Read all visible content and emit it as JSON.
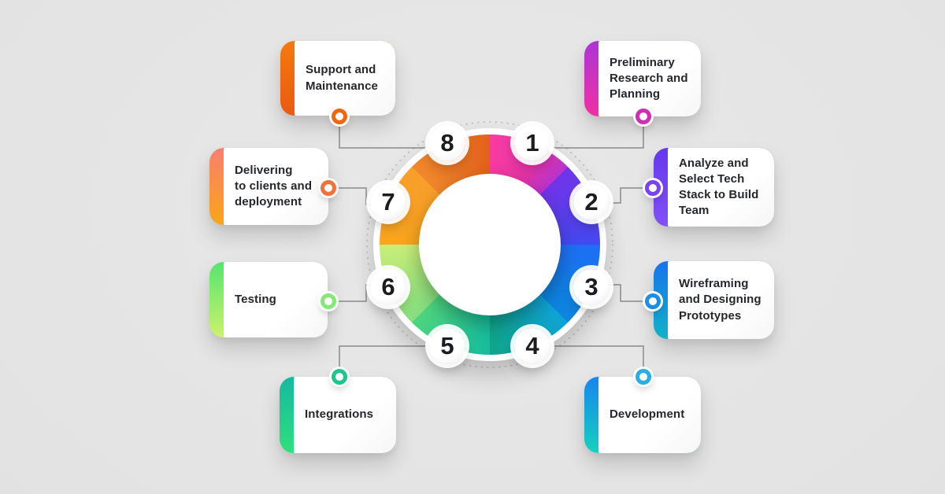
{
  "canvas": {
    "bg": "#e2e2e2",
    "text_color": "#24272b"
  },
  "wheel": {
    "connector_color": "#8a8a8a",
    "dotted_color": "#bfbfbf",
    "number_color": "#1a1c20",
    "conic_stops": [
      [
        "#f93ba1",
        0
      ],
      [
        "#e433a6",
        28
      ],
      [
        "#b733cc",
        45
      ],
      [
        "#7134e8",
        45
      ],
      [
        "#4548f0",
        90
      ],
      [
        "#1e6ef4",
        90
      ],
      [
        "#0c86de",
        135
      ],
      [
        "#0fa3d6",
        135
      ],
      [
        "#0fa48a",
        180
      ],
      [
        "#15bc9c",
        180
      ],
      [
        "#4ed57e",
        225
      ],
      [
        "#85dd7f",
        225
      ],
      [
        "#c9ee78",
        270
      ],
      [
        "#faa51d",
        270
      ],
      [
        "#f89e2b",
        315
      ],
      [
        "#f0882b",
        315
      ],
      [
        "#e2611b",
        360
      ]
    ]
  },
  "steps": [
    {
      "number": "1",
      "label": "Preliminary\nResearch and\nPlanning",
      "accent_top": "#ac35d6",
      "accent_bottom": "#f030a2",
      "ring_color": "#cb30b5"
    },
    {
      "number": "2",
      "label": "Analyze and\nSelect Tech\nStack to Build\nTeam",
      "accent_top": "#6638ee",
      "accent_bottom": "#8150f8",
      "ring_color": "#7b42f5"
    },
    {
      "number": "3",
      "label": "Wireframing\nand Designing\nPrototypes",
      "accent_top": "#1873ee",
      "accent_bottom": "#12b2c6",
      "ring_color": "#1b8fe5"
    },
    {
      "number": "4",
      "label": "Development",
      "accent_top": "#1685f0",
      "accent_bottom": "#15d1be",
      "ring_color": "#27aee5"
    },
    {
      "number": "5",
      "label": "Integrations",
      "accent_top": "#13ba9e",
      "accent_bottom": "#2ee07e",
      "ring_color": "#1bc78f"
    },
    {
      "number": "6",
      "label": "Testing",
      "accent_top": "#55e570",
      "accent_bottom": "#ccf26c",
      "ring_color": "#83e878"
    },
    {
      "number": "7",
      "label": "Delivering\nto clients and\ndeployment",
      "accent_top": "#f87f70",
      "accent_bottom": "#f9a517",
      "ring_color": "#f4713c"
    },
    {
      "number": "8",
      "label": "Support and\nMaintenance",
      "accent_top": "#f57a0d",
      "accent_bottom": "#ea5911",
      "ring_color": "#f2660f"
    }
  ]
}
